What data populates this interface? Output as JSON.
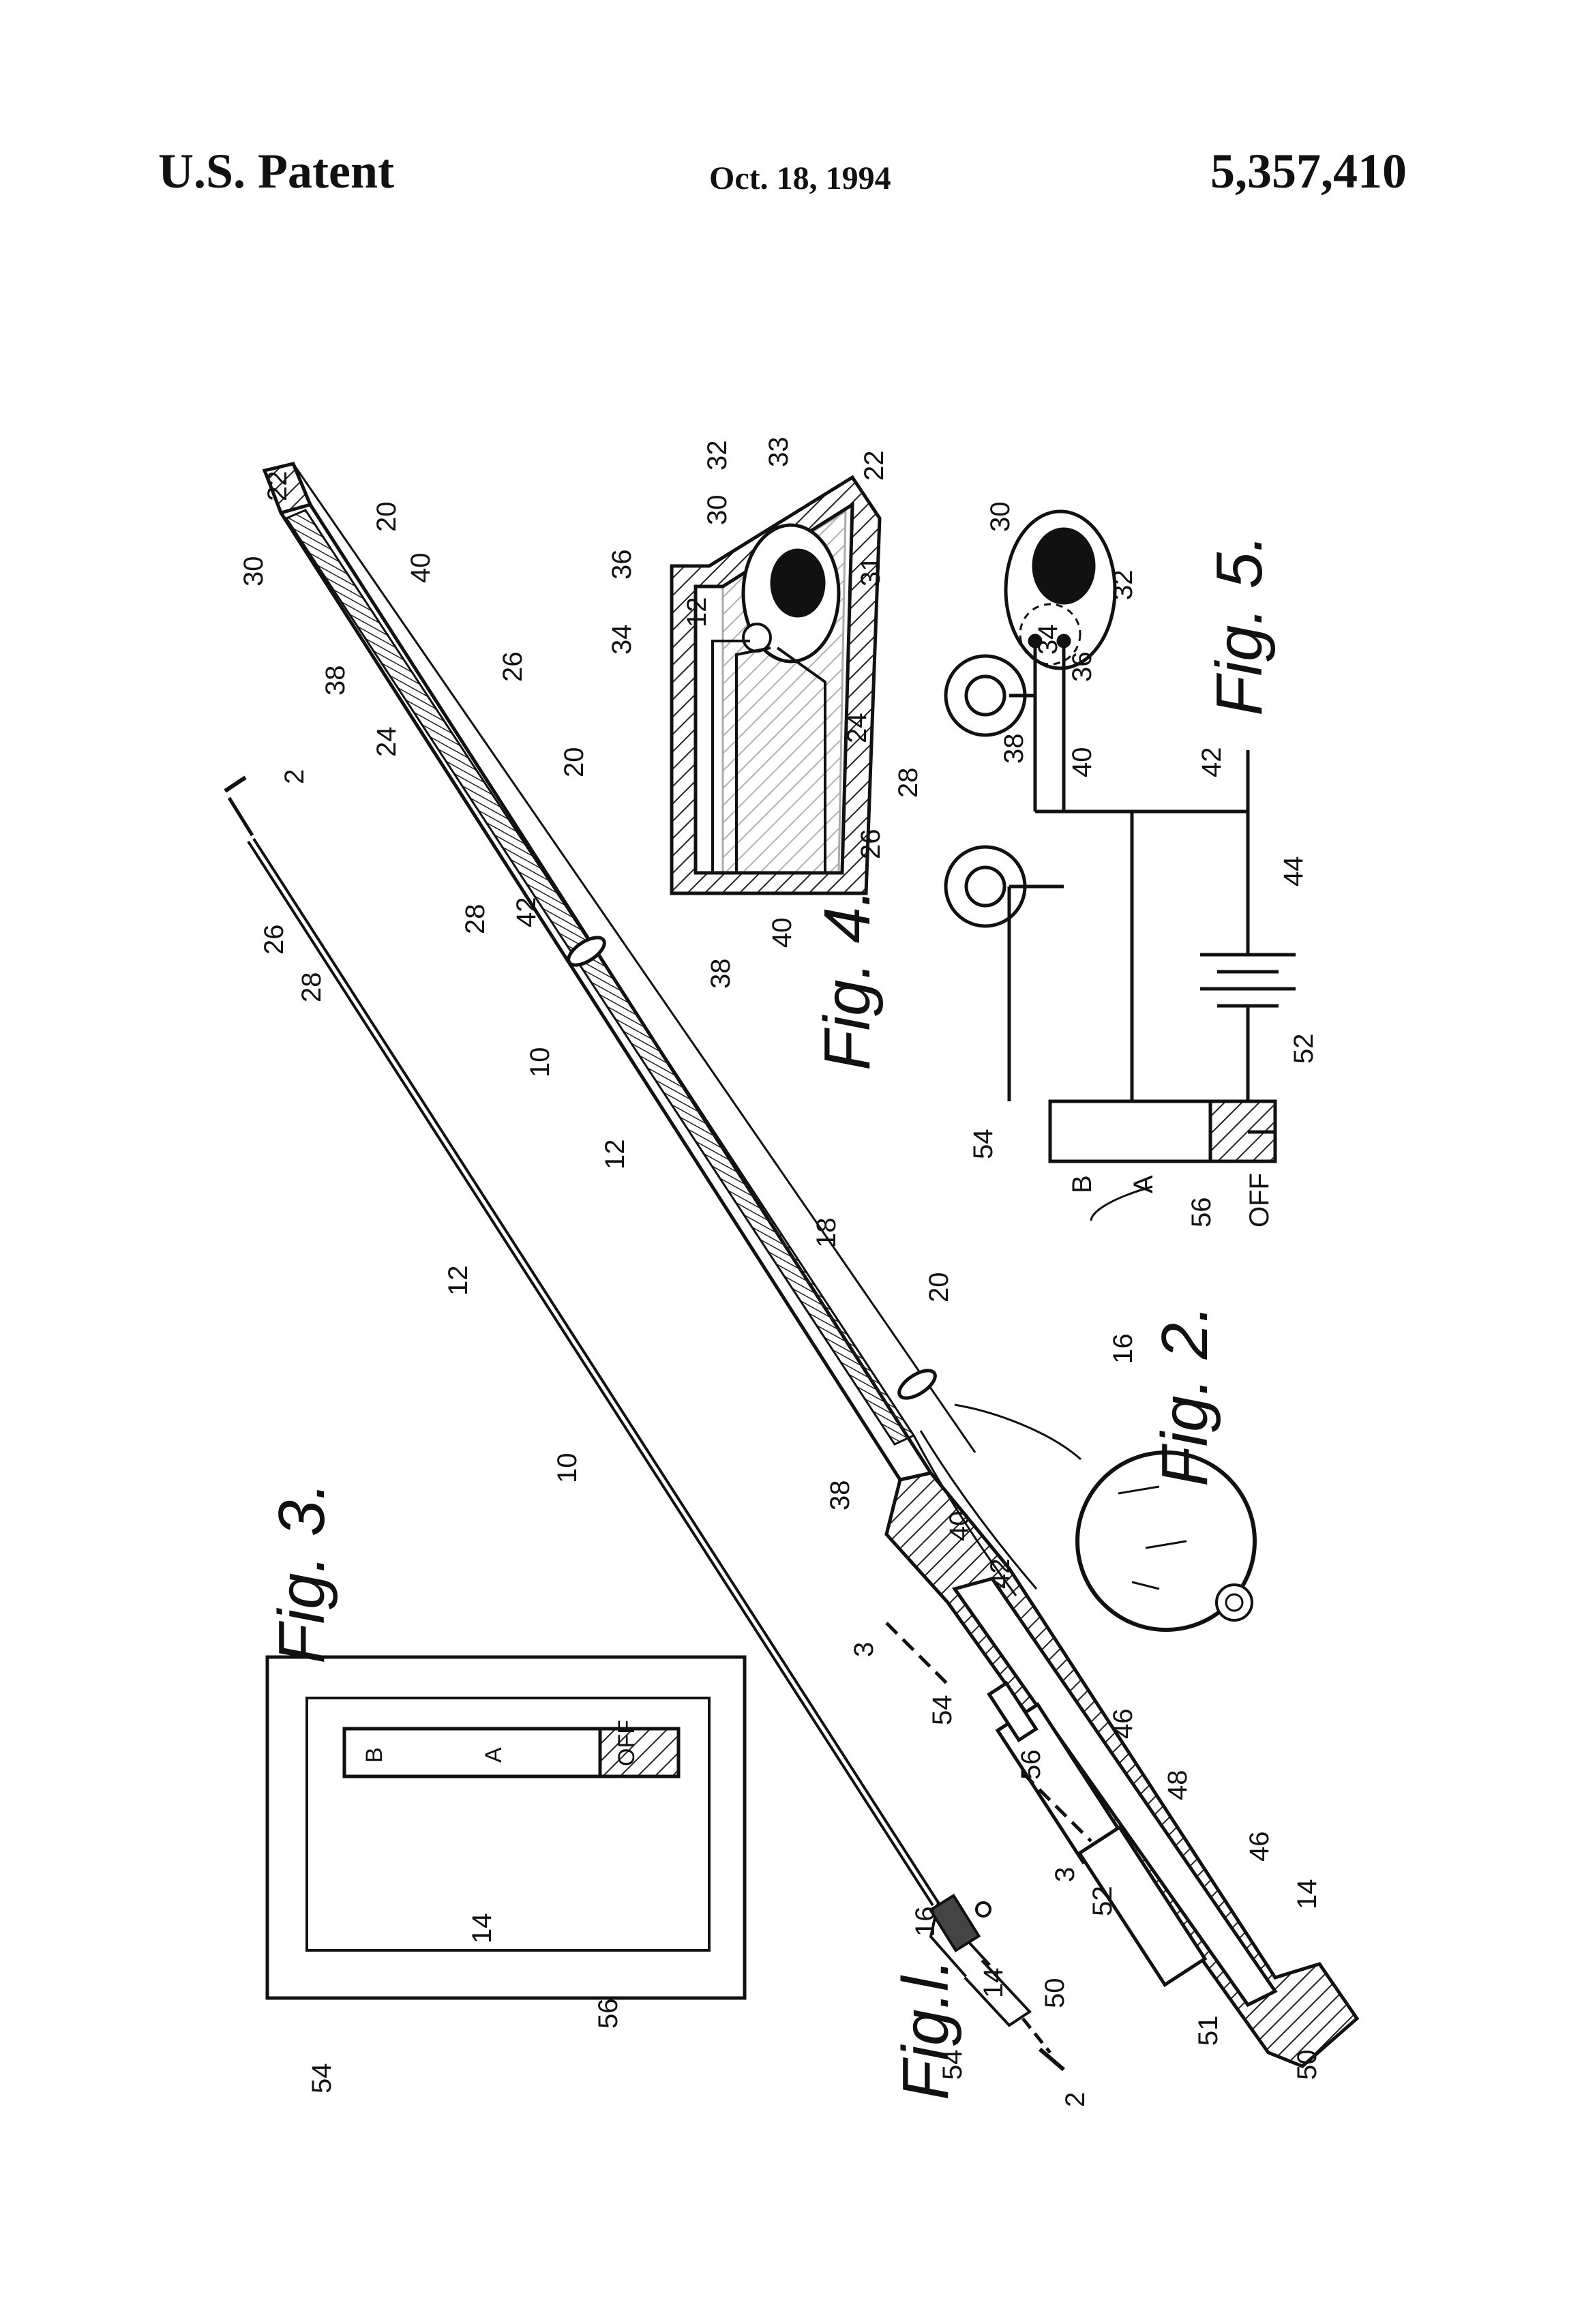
{
  "header": {
    "left": "U.S. Patent",
    "date": "Oct. 18, 1994",
    "number": "5,357,410"
  },
  "figures": {
    "fig1": "Fig.l.",
    "fig2": "Fig. 2.",
    "fig3": "Fig. 3.",
    "fig4": "Fig. 4.",
    "fig5": "Fig. 5."
  },
  "switch": {
    "b": "B",
    "a": "A",
    "off": "OFF"
  },
  "refs": {
    "r2a": "2",
    "r2b": "2",
    "r3a": "3",
    "r3b": "3",
    "r10a": "10",
    "r10b": "10",
    "r12a": "12",
    "r12b": "12",
    "r12c": "12",
    "r14a": "14",
    "r14b": "14",
    "r14c": "14",
    "r16a": "16",
    "r16b": "16",
    "r18": "18",
    "r20a": "20",
    "r20b": "20",
    "r20c": "20",
    "r22a": "22",
    "r22b": "22",
    "r24a": "24",
    "r24b": "24",
    "r26a": "26",
    "r26b": "26",
    "r26c": "26",
    "r28a": "28",
    "r28b": "28",
    "r28c": "28",
    "r30a": "30",
    "r30b": "30",
    "r30c": "30",
    "r31": "31",
    "r32a": "32",
    "r32b": "32",
    "r33": "33",
    "r34a": "34",
    "r34b": "34",
    "r36a": "36",
    "r36b": "36",
    "r38a": "38",
    "r38b": "38",
    "r38c": "38",
    "r38d": "38",
    "r40a": "40",
    "r40b": "40",
    "r40c": "40",
    "r40d": "40",
    "r42a": "42",
    "r42b": "42",
    "r42c": "42",
    "r44": "44",
    "r46a": "46",
    "r46b": "46",
    "r48": "48",
    "r50a": "50",
    "r50b": "50",
    "r51": "51",
    "r52a": "52",
    "r52b": "52",
    "r54a": "54",
    "r54b": "54",
    "r54c": "54",
    "r54d": "54",
    "r56a": "56",
    "r56b": "56",
    "r56c": "56"
  }
}
